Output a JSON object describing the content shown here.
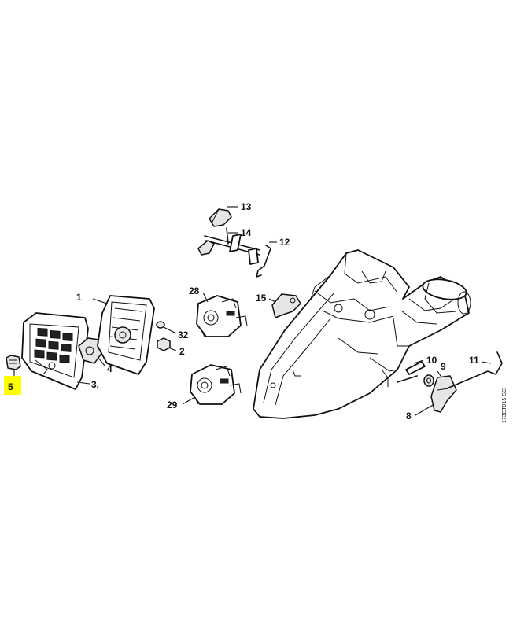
{
  "diagram": {
    "code_label": "173ET015 SC",
    "highlight_color": "#ffff00",
    "callouts": {
      "c1": "1",
      "c2": "2",
      "c3": "3,",
      "c4": "4",
      "c5": "5",
      "c8": "8",
      "c9": "9",
      "c10": "10",
      "c11": "11",
      "c12": "12",
      "c13": "13",
      "c14": "14",
      "c15": "15",
      "c28": "28",
      "c29": "29",
      "c32": "32"
    }
  }
}
